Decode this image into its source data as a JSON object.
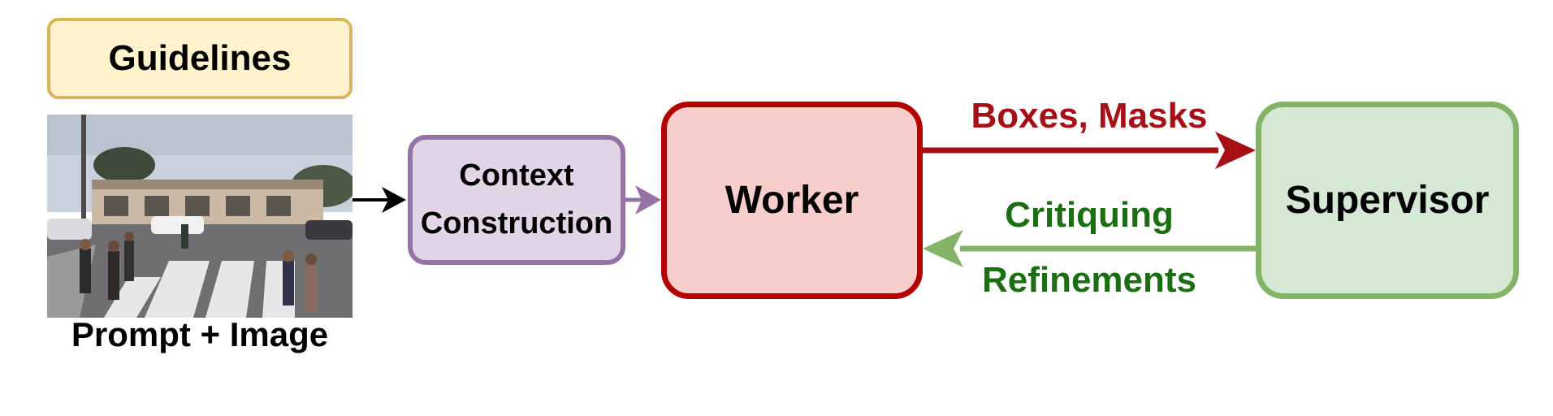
{
  "nodes": {
    "guidelines": "Guidelines",
    "context_line1": "Context",
    "context_line2": "Construction",
    "worker": "Worker",
    "supervisor": "Supervisor"
  },
  "labels": {
    "prompt_image": "Prompt + Image",
    "boxes_masks": "Boxes, Masks",
    "critiquing": "Critiquing",
    "refinements": "Refinements"
  },
  "colors": {
    "guidelines_fill": "#fff2cc",
    "guidelines_border": "#d6b656",
    "context_fill": "#e1d5e7",
    "context_border": "#9673a6",
    "worker_fill": "#f8cecc",
    "worker_border": "#b20000",
    "supervisor_fill": "#d5e8d4",
    "supervisor_border": "#82b366",
    "forward_arrow": "#a50f15",
    "feedback_arrow": "#82b366",
    "feedback_text": "#1b6f12"
  },
  "icons": {
    "photo": "street-crosswalk-photo"
  }
}
